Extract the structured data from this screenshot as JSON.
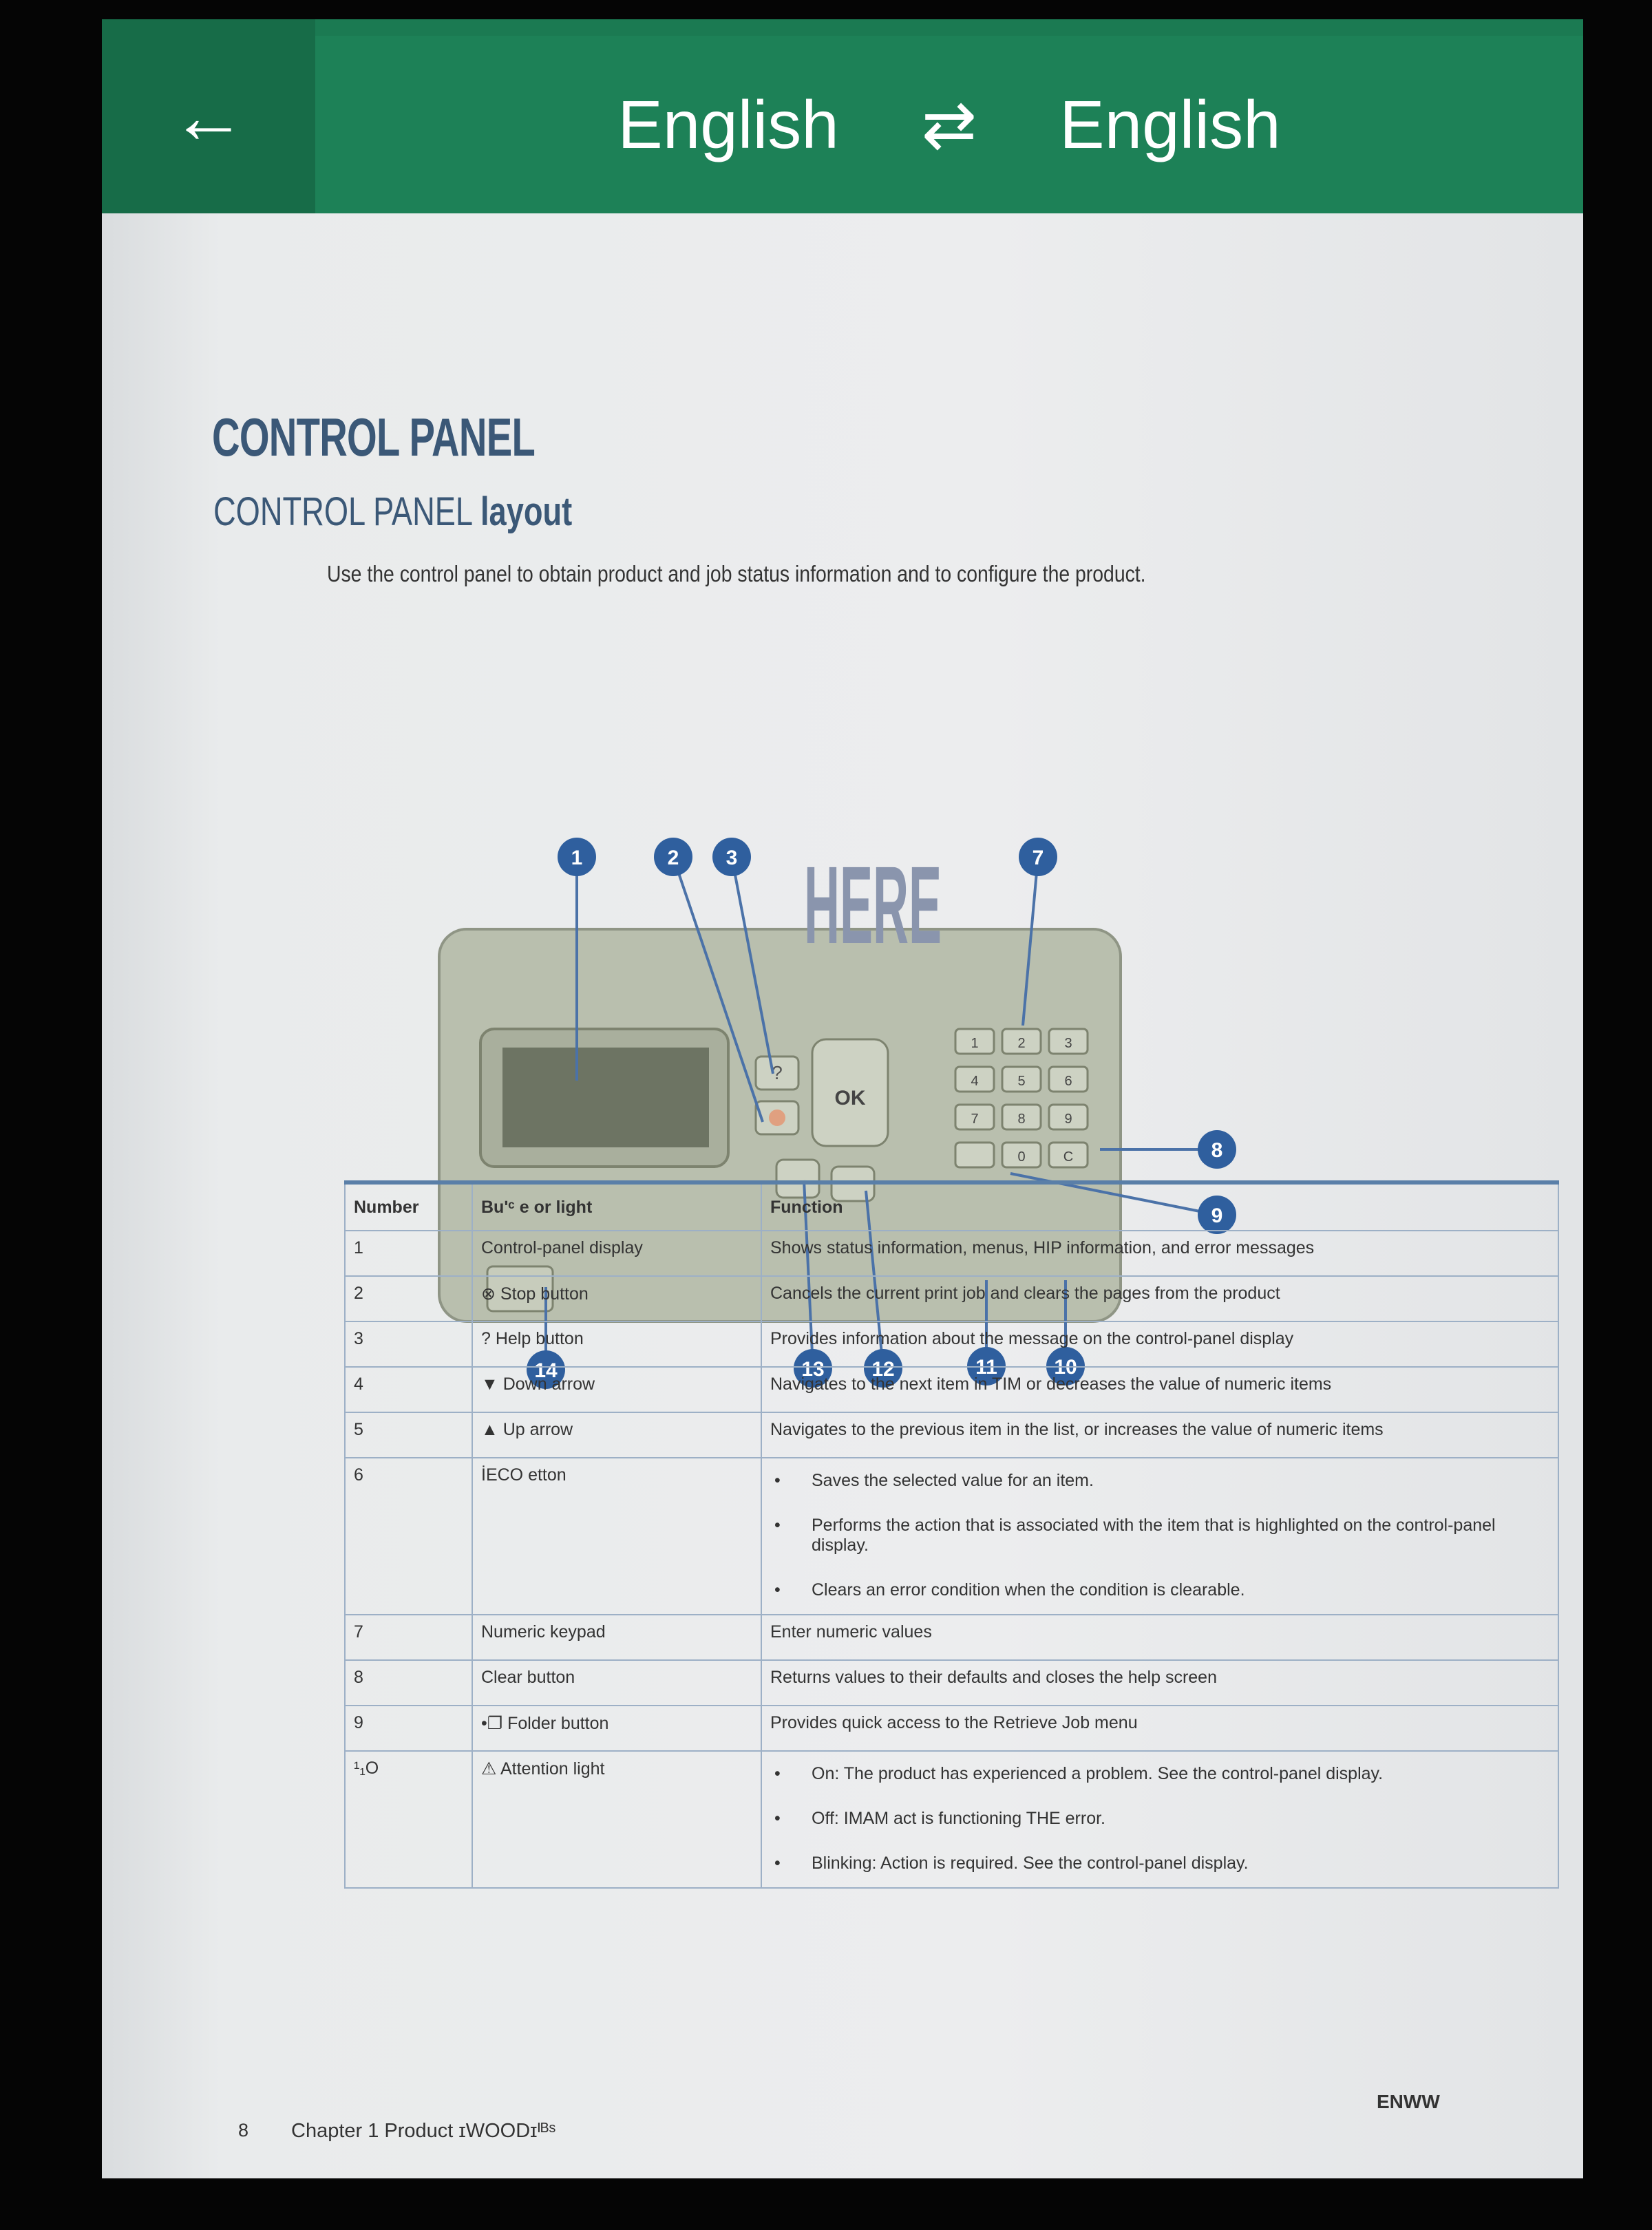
{
  "header": {
    "back_icon": "arrow-left-icon",
    "source_language": "English",
    "swap_icon": "swap-arrows-icon",
    "target_language": "English"
  },
  "document": {
    "title": "CONTROL PANEL",
    "subtitle_prefix": "CONTROL PANEL",
    "subtitle_bold": "layout",
    "intro": "Use the control panel to obtain product and job status information and to configure the product.",
    "overlay_word": "HERE",
    "callouts": [
      "1",
      "2",
      "3",
      "7",
      "8",
      "9",
      "14",
      "13",
      "12",
      "11",
      "10"
    ],
    "panel_labels": {
      "ok": "OK",
      "help": "?",
      "keys": [
        "1",
        "2",
        "3",
        "4",
        "5",
        "6",
        "7",
        "8",
        "9",
        "",
        "0",
        "C"
      ]
    },
    "table": {
      "headers": [
        "Number",
        "Buʹᶜ e or light",
        "Function"
      ],
      "rows": [
        {
          "n": "1",
          "name": "Control-panel display",
          "func": [
            "Shows status information, menus, HIP information, and error messages"
          ]
        },
        {
          "n": "2",
          "name": "⊗ Stop button",
          "func": [
            "Cancels the current print job and clears the pages from the product"
          ]
        },
        {
          "n": "3",
          "name": "? Help button",
          "func": [
            "Provides information about the message on the control-panel display"
          ]
        },
        {
          "n": "4",
          "name": "▼ Down arrow",
          "func": [
            "Navigates to the next item in TIM or decreases the value of numeric items"
          ]
        },
        {
          "n": "5",
          "name": "▲ Up arrow",
          "func": [
            "Navigates to the previous item in the list, or increases the value of numeric items"
          ]
        },
        {
          "n": "6",
          "name": "İECO etton",
          "bullets": [
            "Saves the selected value for an item.",
            "Performs the action that is associated with the item that is highlighted on the control-panel display.",
            "Clears an error condition when the condition is clearable."
          ]
        },
        {
          "n": "7",
          "name": "Numeric keypad",
          "func": [
            "Enter numeric values"
          ]
        },
        {
          "n": "8",
          "name": "Clear button",
          "func": [
            "Returns values to their defaults and closes the help screen"
          ]
        },
        {
          "n": "9",
          "name": "•❐ Folder button",
          "func": [
            "Provides quick access to the Retrieve Job menu"
          ]
        },
        {
          "n": "¹₁O",
          "name": "⚠ Attention light",
          "bullets": [
            "On: The product has experienced a problem. See the control-panel display.",
            "Off: IMAM act is functioning THE error.",
            "Blinking: Action is required. See the control-panel display."
          ]
        }
      ]
    },
    "footer": {
      "page_number": "8",
      "chapter": "Chapter 1   Product ɪWOODɪᴵᴮˢ",
      "code": "ENWW"
    }
  }
}
